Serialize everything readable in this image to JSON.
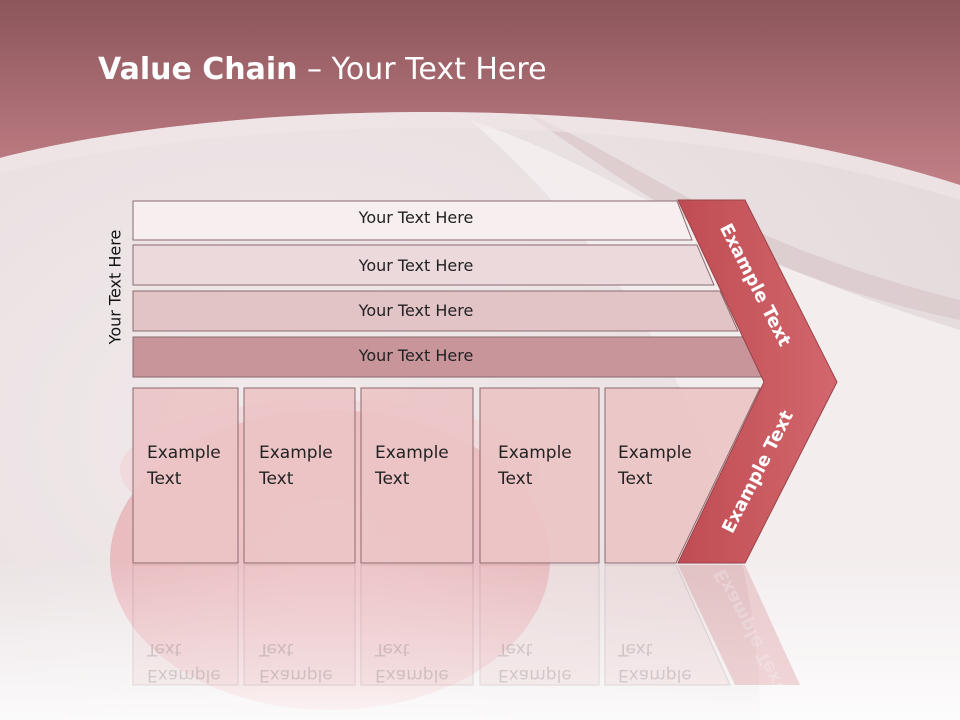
{
  "title": {
    "bold": "Value Chain",
    "rest": " – Your Text Here"
  },
  "side_label": "Your Text Here",
  "bars": [
    "Your Text Here",
    "Your Text Here",
    "Your Text Here",
    "Your Text Here"
  ],
  "boxes": [
    {
      "line1": "Example",
      "line2": "Text"
    },
    {
      "line1": "Example",
      "line2": "Text"
    },
    {
      "line1": "Example",
      "line2": "Text"
    },
    {
      "line1": "Example",
      "line2": "Text"
    },
    {
      "line1": "Example",
      "line2": "Text"
    }
  ],
  "chevron": {
    "top_label": "Example Text",
    "bottom_label": "Example Text"
  },
  "colors": {
    "header": "#a4636a",
    "chevron": "#c9585e",
    "bar1": "#f6eeef",
    "bar2": "#ecd9dc",
    "bar3": "#e2c3c6",
    "bar4": "#c8959a",
    "box": "#ebc4c6"
  }
}
